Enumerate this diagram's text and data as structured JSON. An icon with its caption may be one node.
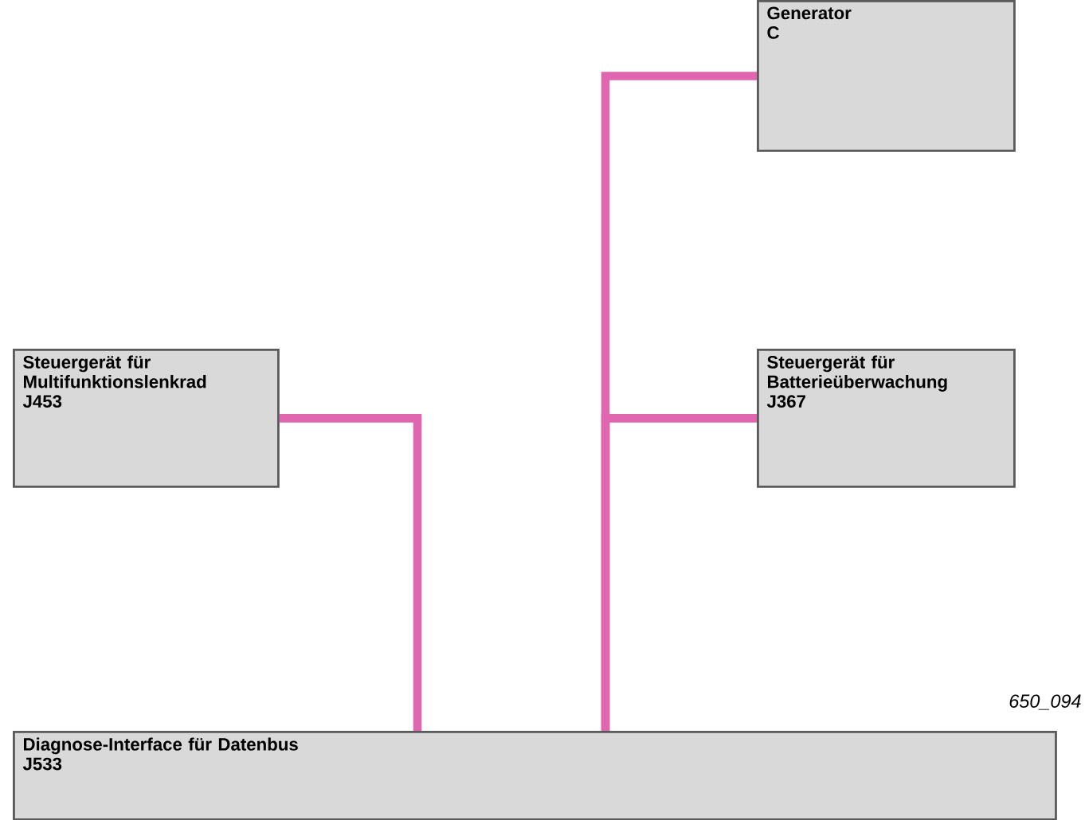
{
  "diagram": {
    "nodes": [
      {
        "text": [
          "Generator",
          "C"
        ]
      },
      {
        "text": [
          "Steuergerät für Multifunktionslenkrad",
          "J453"
        ]
      },
      {
        "text": [
          "Steuergerät für Batterieüberwachung",
          "J367"
        ]
      },
      {
        "text": [
          "Diagnose-Interface für Datenbus",
          "J533"
        ]
      }
    ],
    "edges": [
      {
        "from": 0,
        "to": 3,
        "arrow": "none"
      },
      {
        "from": 2,
        "to": 3,
        "arrow": "none"
      },
      {
        "from": 1,
        "to": 3,
        "arrow": "none"
      }
    ],
    "labels": [
      "650_094"
    ]
  }
}
